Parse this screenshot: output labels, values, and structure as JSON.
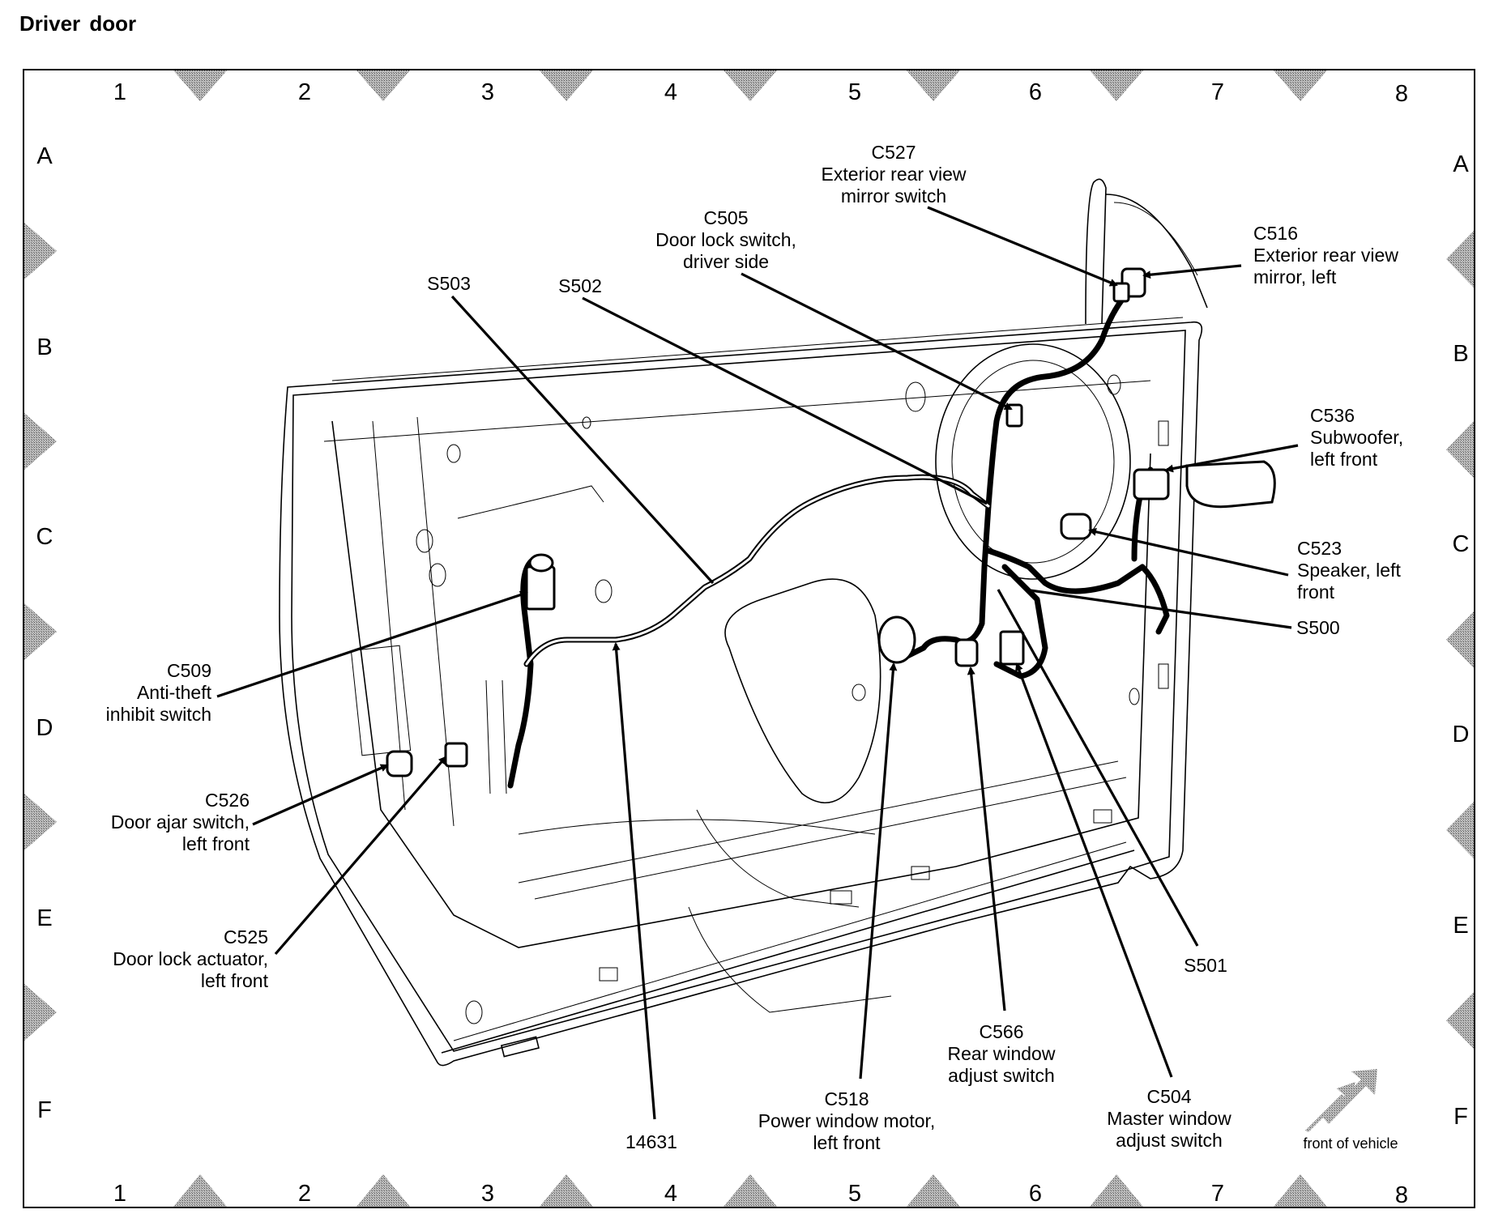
{
  "title": "Driver door",
  "grid": {
    "columns": [
      "1",
      "2",
      "3",
      "4",
      "5",
      "6",
      "7",
      "8"
    ],
    "rows": [
      "A",
      "B",
      "C",
      "D",
      "E",
      "F"
    ]
  },
  "orientation": {
    "icon": "front-arrow-icon",
    "label": "front of vehicle"
  },
  "callouts": [
    {
      "id": "C527",
      "lines": [
        "C527",
        "Exterior rear view",
        "mirror switch"
      ]
    },
    {
      "id": "C505",
      "lines": [
        "C505",
        "Door lock switch,",
        "driver side"
      ]
    },
    {
      "id": "C516",
      "lines": [
        "C516",
        "Exterior rear view",
        "mirror, left"
      ]
    },
    {
      "id": "S503",
      "lines": [
        "S503"
      ]
    },
    {
      "id": "S502",
      "lines": [
        "S502"
      ]
    },
    {
      "id": "C536",
      "lines": [
        "C536",
        "Subwoofer,",
        "left front"
      ]
    },
    {
      "id": "C523",
      "lines": [
        "C523",
        "Speaker, left",
        "front"
      ]
    },
    {
      "id": "S500",
      "lines": [
        "S500"
      ]
    },
    {
      "id": "C509",
      "lines": [
        "C509",
        "Anti-theft",
        "inhibit switch"
      ]
    },
    {
      "id": "C526",
      "lines": [
        "C526",
        "Door ajar switch,",
        "left front"
      ]
    },
    {
      "id": "C525",
      "lines": [
        "C525",
        "Door lock actuator,",
        "left front"
      ]
    },
    {
      "id": "S501",
      "lines": [
        "S501"
      ]
    },
    {
      "id": "C566",
      "lines": [
        "C566",
        "Rear window",
        "adjust switch"
      ]
    },
    {
      "id": "C518",
      "lines": [
        "C518",
        "Power window motor,",
        "left front"
      ]
    },
    {
      "id": "C504",
      "lines": [
        "C504",
        "Master window",
        "adjust switch"
      ]
    },
    {
      "id": "14631",
      "lines": [
        "14631"
      ]
    }
  ]
}
